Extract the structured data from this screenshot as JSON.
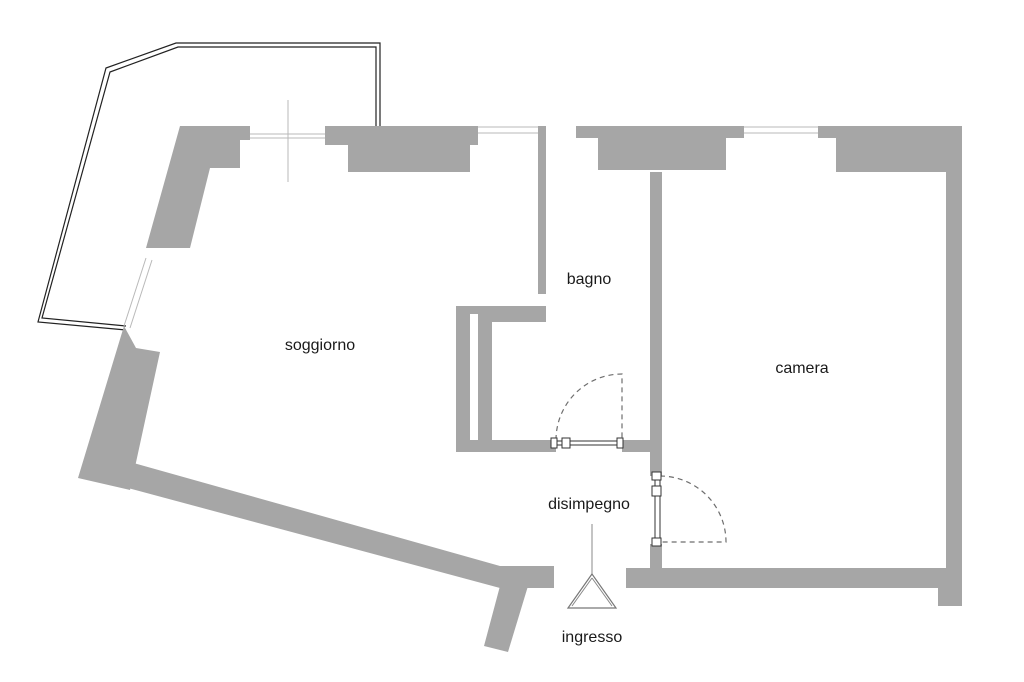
{
  "rooms": {
    "soggiorno": "soggiorno",
    "bagno": "bagno",
    "camera": "camera",
    "disimpegno": "disimpegno"
  },
  "entrance": {
    "label": "ingresso"
  },
  "colors": {
    "wall": "#a6a6a6",
    "background": "#ffffff",
    "text": "#1a1a1a"
  }
}
